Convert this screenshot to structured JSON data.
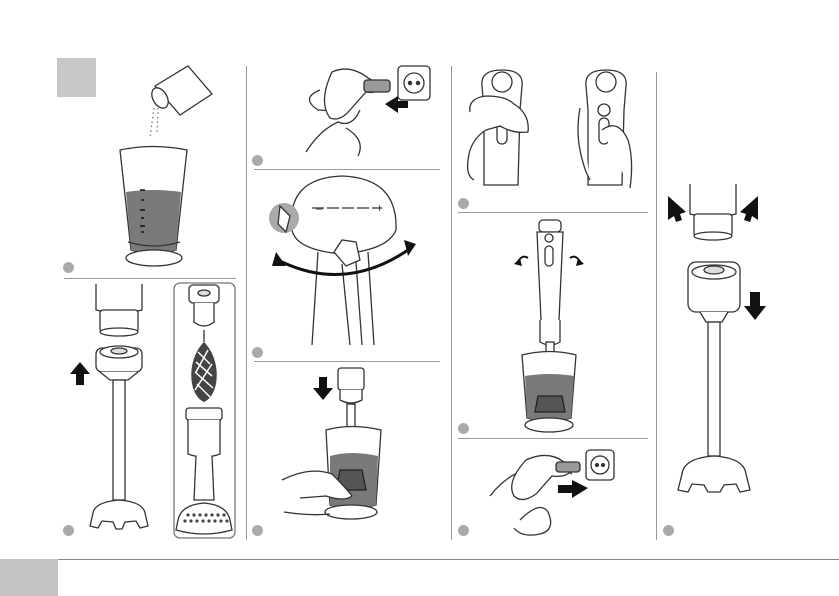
{
  "page": {
    "page_number": "",
    "colors": {
      "line": "#333333",
      "liquid": "#7a7a7a",
      "marker": "#aaaaaa",
      "divider": "#9a9a9a",
      "footer_box": "#c3c3c3"
    }
  },
  "steps": [
    {
      "id": "fill-beaker",
      "icon": "powder-pour-icon"
    },
    {
      "id": "attach-shaft",
      "icon": "arrow-up-icon"
    },
    {
      "id": "accessories",
      "icon": "whisk-icon"
    },
    {
      "id": "plug-in",
      "icon": "plug-icon"
    },
    {
      "id": "speed-dial",
      "icon": "rotate-arrows-icon"
    },
    {
      "id": "immerse",
      "icon": "arrow-down-icon"
    },
    {
      "id": "press-button",
      "icon": "hand-press-icon"
    },
    {
      "id": "blend",
      "icon": "blender-icon"
    },
    {
      "id": "unplug",
      "icon": "unplug-icon"
    },
    {
      "id": "detach",
      "icon": "release-arrows-icon"
    }
  ],
  "dial": {
    "scale_minus": "–",
    "scale_plus": "+"
  }
}
